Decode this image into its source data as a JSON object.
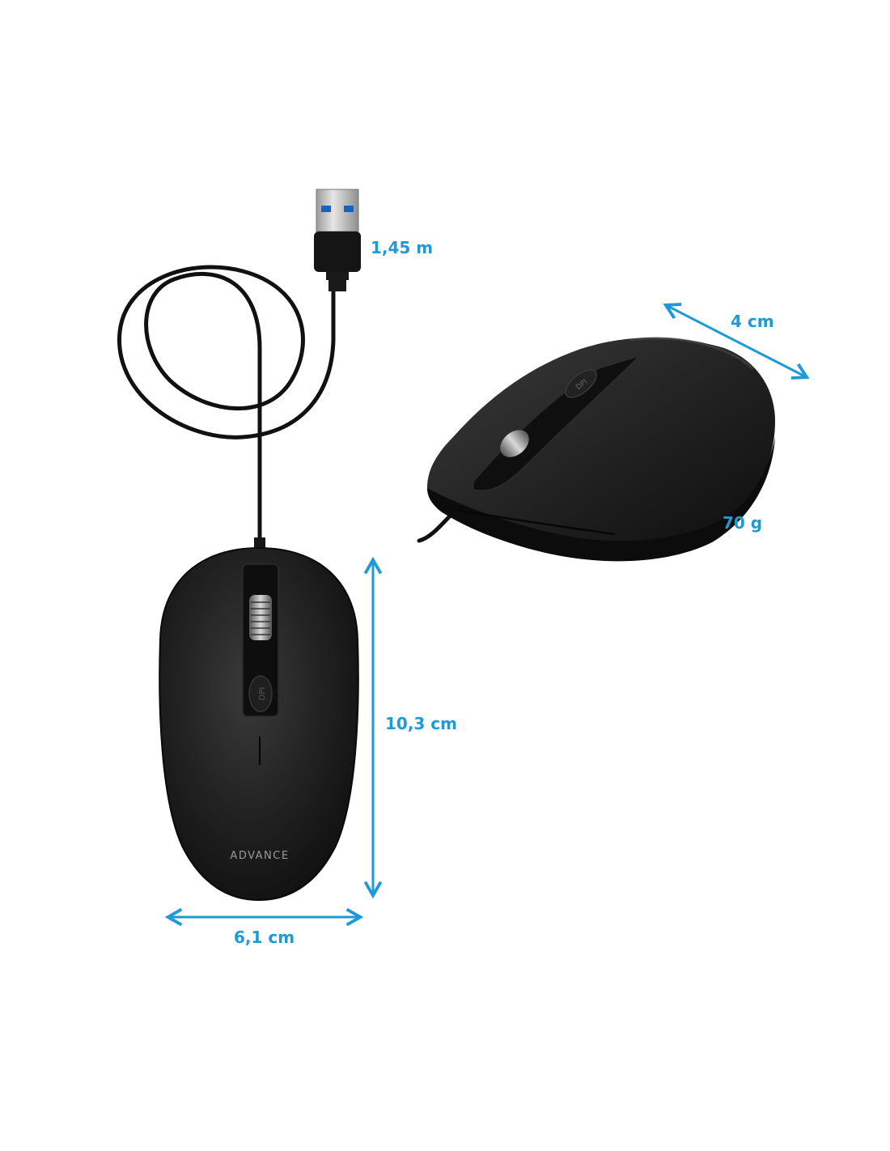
{
  "product": {
    "brand_logo_text": "ADVANCE",
    "dpi_button_text": "DPI"
  },
  "dimensions": {
    "cable_length": "1,45 m",
    "depth": "4 cm",
    "weight": "70 g",
    "length": "10,3 cm",
    "width": "6,1 cm"
  },
  "colors": {
    "accent": "#1e9ad6",
    "mouse_body": "#1b1b1b",
    "cable": "#111111",
    "usb_metal": "#c9c9c9",
    "usb_blue": "#1565c0"
  }
}
